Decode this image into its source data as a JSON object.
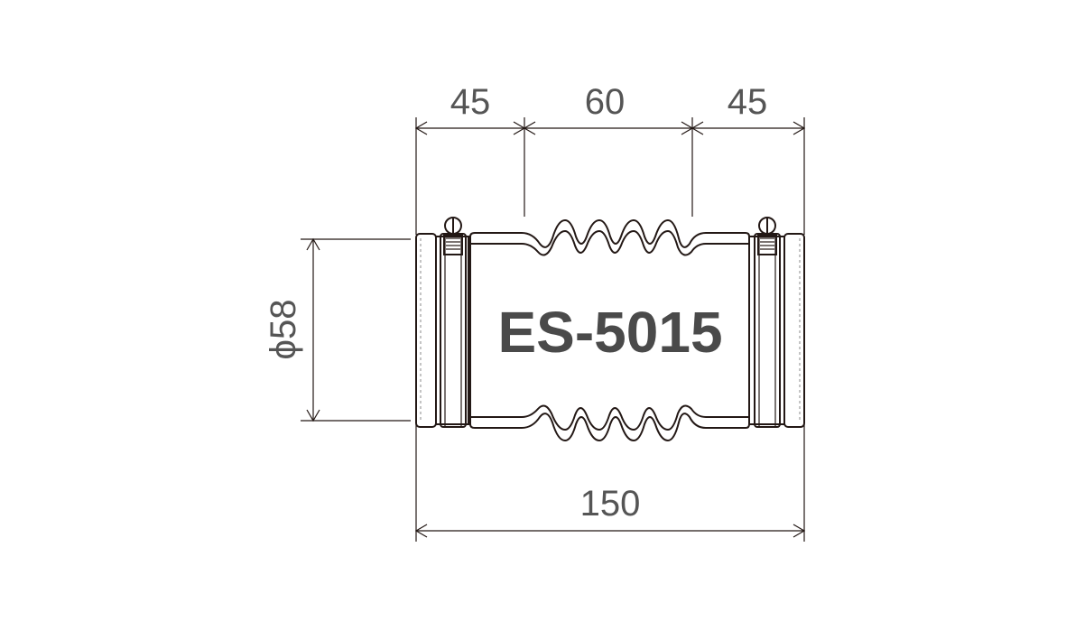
{
  "diagram": {
    "model_label": "ES-5015",
    "dimensions": {
      "left_clamp": "45",
      "middle_bellows": "60",
      "right_clamp": "45",
      "overall_length": "150",
      "diameter": "ϕ58"
    },
    "colors": {
      "line": "#231815",
      "text": "#555555",
      "model_text": "#4a4a4a",
      "background": "#ffffff"
    }
  }
}
